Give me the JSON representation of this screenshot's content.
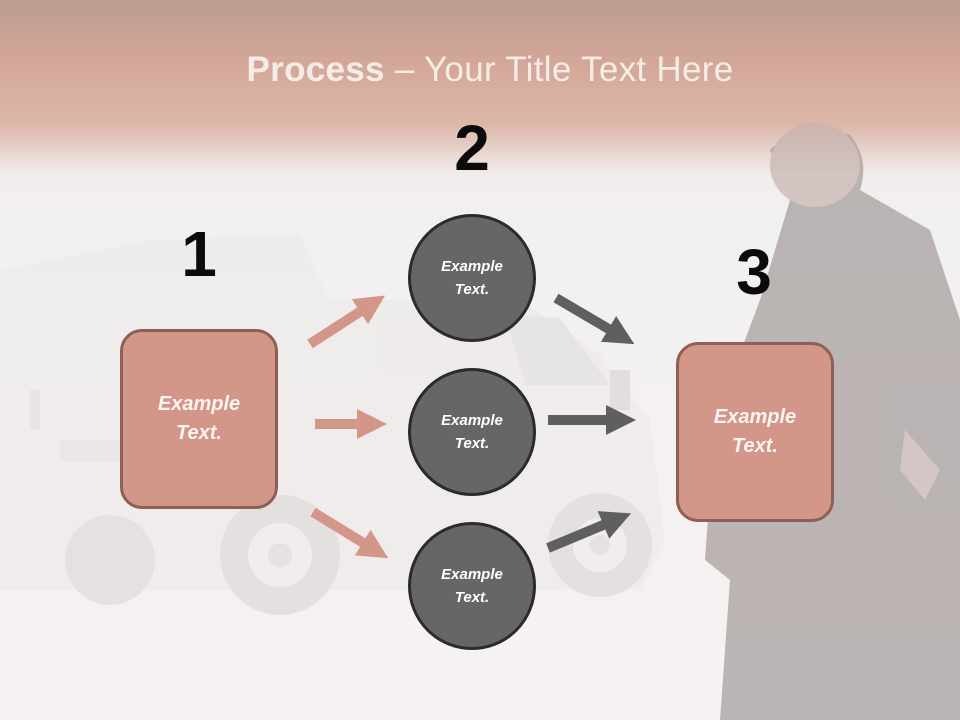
{
  "slide": {
    "title_bold": "Process",
    "title_rest": " – Your Title Text Here"
  },
  "steps": [
    {
      "number": "1"
    },
    {
      "number": "2"
    },
    {
      "number": "3"
    }
  ],
  "nodes": {
    "box_left": "Example Text.",
    "circle_top": "Example Text.",
    "circle_mid": "Example Text.",
    "circle_bottom": "Example Text.",
    "box_right": "Example Text."
  },
  "colors": {
    "header": "#b86a50",
    "box_fill": "#d3978a",
    "box_border": "#8e5f57",
    "circle_fill": "#666666",
    "circle_border": "#2b2b2b",
    "arrow_left": "#d3978a",
    "arrow_right": "#5f5f5f"
  }
}
